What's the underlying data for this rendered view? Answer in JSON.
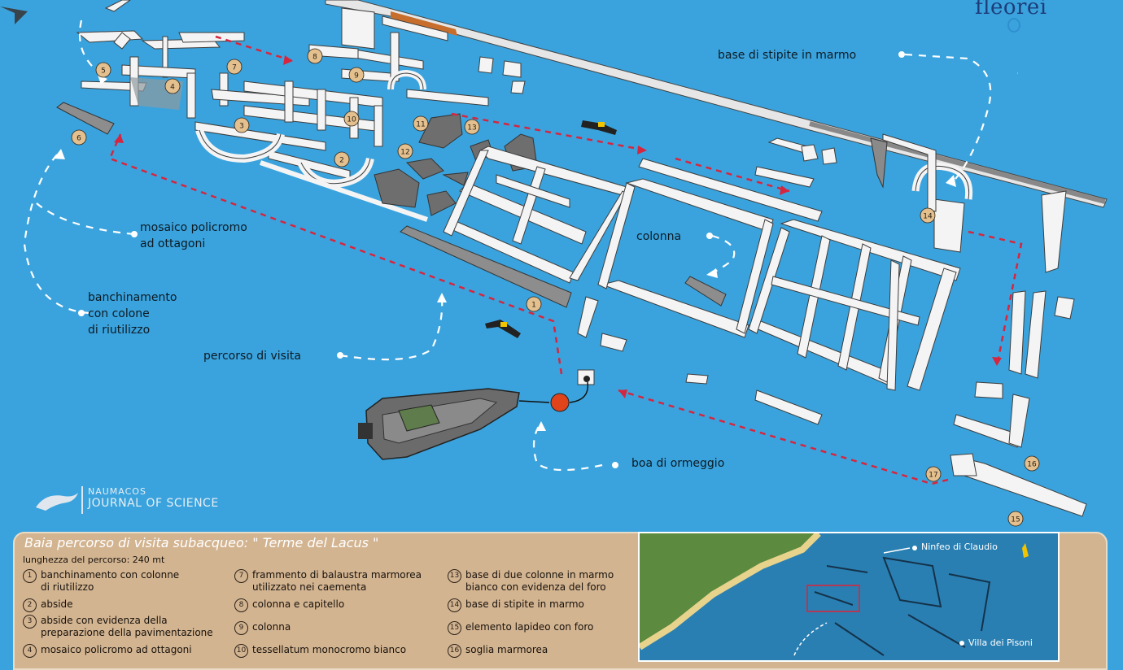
{
  "brand": {
    "name": "fleorei"
  },
  "journal": {
    "line1": "NAUMACOS",
    "line2": "JOURNAL OF SCIENCE"
  },
  "labels": {
    "base_stipite": "base di stipite in marmo",
    "mosaico_1": "mosaico policromo",
    "mosaico_2": "ad ottagoni",
    "banch_1": "banchinamento",
    "banch_2": "con colone",
    "banch_3": "di riutilizzo",
    "percorso": "percorso di visita",
    "colonna": "colonna",
    "boa": "boa di ormeggio"
  },
  "site_numbers": [
    "1",
    "2",
    "3",
    "4",
    "5",
    "6",
    "7",
    "8",
    "9",
    "10",
    "11",
    "12",
    "13",
    "14",
    "15",
    "16",
    "17"
  ],
  "panel": {
    "title": "Baia percorso di visita subacqueo: \" Terme del Lacus \"",
    "length": "lunghezza del percorso: 240 mt",
    "legend": [
      {
        "num": "1",
        "text": [
          "banchinamento con colonne",
          "di riutilizzo"
        ]
      },
      {
        "num": "2",
        "text": [
          "abside"
        ]
      },
      {
        "num": "3",
        "text": [
          "abside con evidenza della",
          "preparazione della pavimentazione"
        ]
      },
      {
        "num": "4",
        "text": [
          "mosaico policromo ad ottagoni"
        ]
      },
      {
        "num": "7",
        "text": [
          "frammento di balaustra marmorea",
          "utilizzato nei caementa"
        ]
      },
      {
        "num": "8",
        "text": [
          "colonna e capitello"
        ]
      },
      {
        "num": "9",
        "text": [
          "colonna"
        ]
      },
      {
        "num": "10",
        "text": [
          "tessellatum monocromo bianco"
        ]
      },
      {
        "num": "13",
        "text": [
          "base di due colonne in marmo",
          "bianco con evidenza del foro"
        ]
      },
      {
        "num": "14",
        "text": [
          "base di stipite in marmo"
        ]
      },
      {
        "num": "15",
        "text": [
          "elemento lapideo con foro"
        ]
      },
      {
        "num": "16",
        "text": [
          "soglia marmorea"
        ]
      }
    ]
  },
  "inset": {
    "label1": "Ninfeo di Claudio",
    "label2": "Villa dei Pisoni"
  },
  "colors": {
    "sea": "#3aa3dd",
    "wall": "#f2f2f2",
    "route": "#d6263f",
    "marker": "#e3c08e",
    "panel": "#d3b491"
  }
}
